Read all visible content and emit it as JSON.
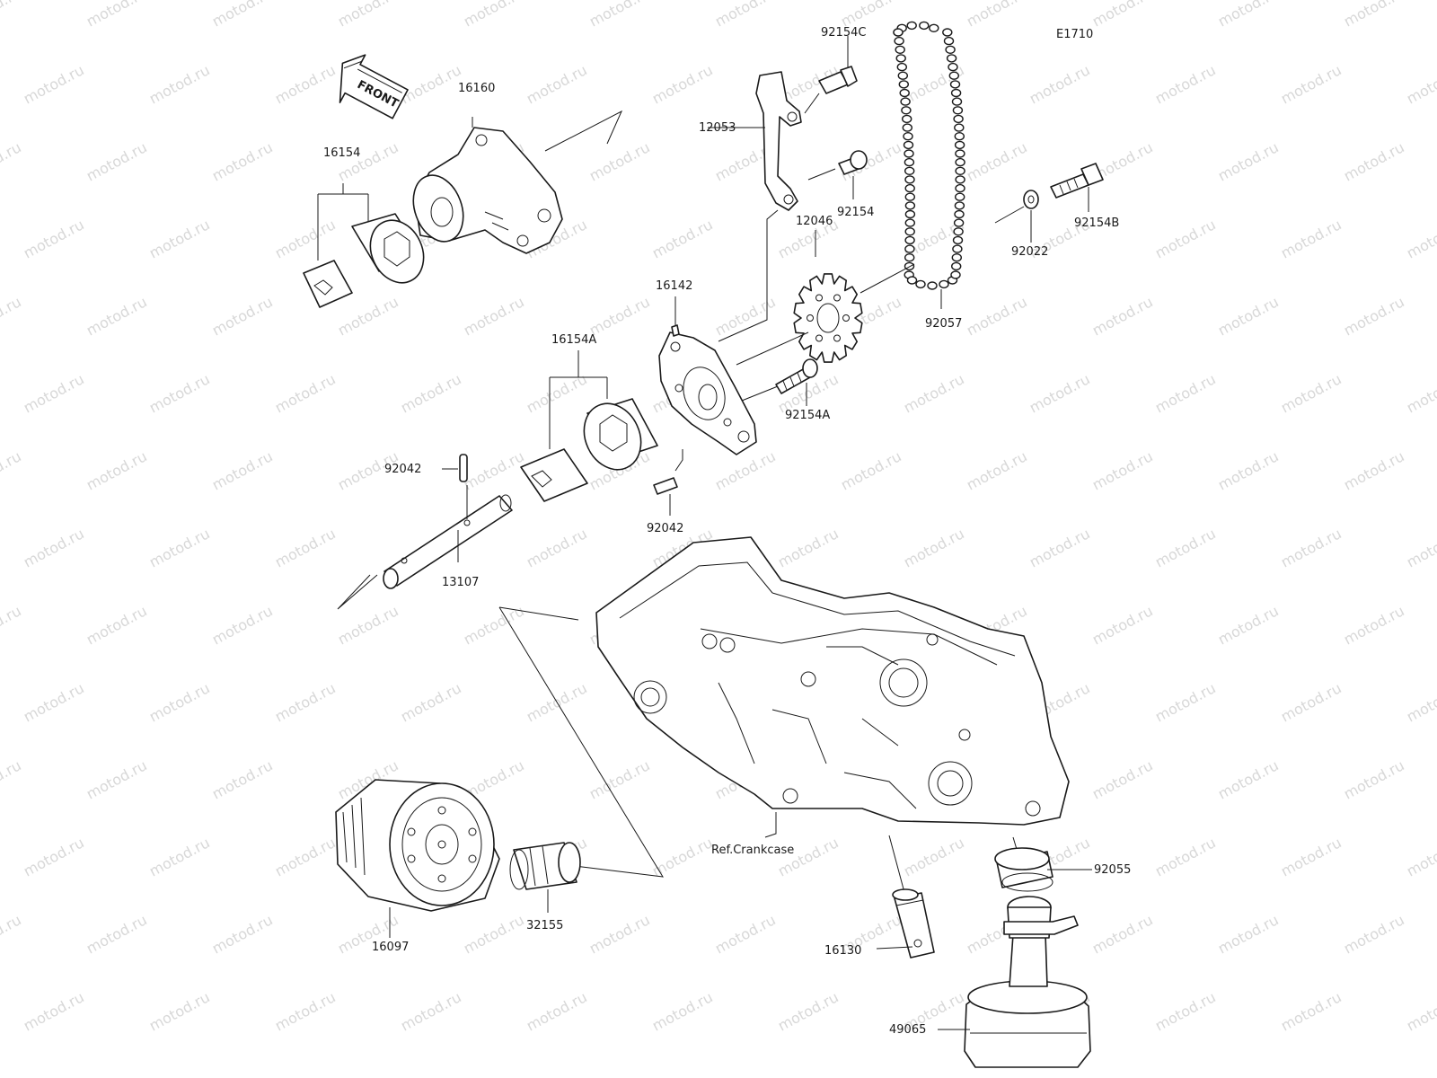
{
  "watermark": "motod.ru",
  "diagram_code": "E1710",
  "front_marker": "FRONT",
  "callouts": {
    "p16160": "16160",
    "p16154": "16154",
    "p92154C": "92154C",
    "p12053": "12053",
    "p92154": "92154",
    "p92154B": "92154B",
    "p92022": "92022",
    "p12046": "12046",
    "p16142": "16142",
    "p92057": "92057",
    "p16154A": "16154A",
    "p92154A": "92154A",
    "p92042_left": "92042",
    "p92042_right": "92042",
    "p13107": "13107",
    "ref_crankcase": "Ref.Crankcase",
    "p92055": "92055",
    "p16097": "16097",
    "p32155": "32155",
    "p16130": "16130",
    "p49065": "49065"
  },
  "colors": {
    "line": "#1a1a1a",
    "watermark": "#d8d8d8",
    "background": "#ffffff"
  }
}
